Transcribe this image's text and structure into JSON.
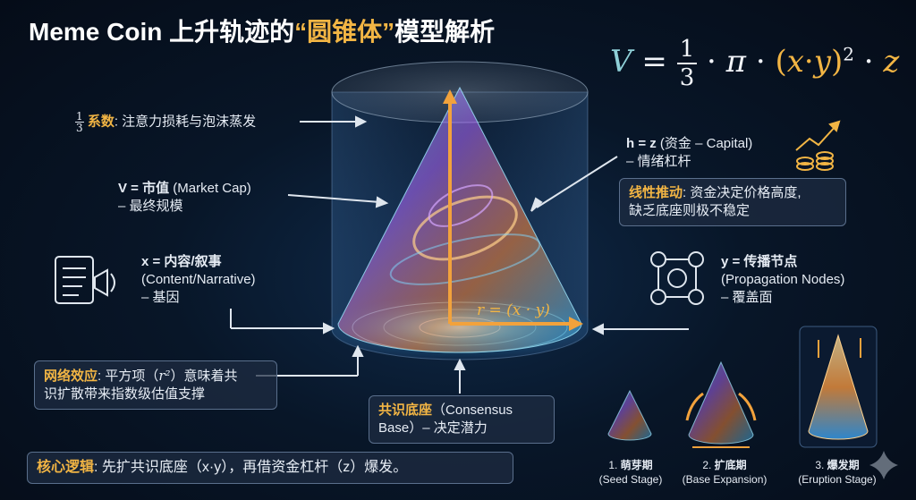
{
  "title": {
    "prefix": "Meme Coin 上升轨迹的",
    "highlight": "“圆锥体”",
    "suffix": "模型解析"
  },
  "formula": {
    "lhs": "V",
    "eq": "=",
    "frac_num": "1",
    "frac_den": "3",
    "dot1": "·",
    "pi": "π",
    "dot2": "·",
    "paren_open": "(",
    "x": "x",
    "dot3": "·",
    "y": "y",
    "paren_close": ")",
    "exp": "2",
    "dot4": "·",
    "z": "z"
  },
  "coefficient": {
    "frac_num": "1",
    "frac_den": "3",
    "term": "系数",
    "desc": ": 注意力损耗与泡沫蒸发"
  },
  "market_cap": {
    "term": "V = 市值",
    "eng": " (Market Cap)",
    "desc": "– 最终规模"
  },
  "content": {
    "term": "x = 内容/叙事",
    "eng": "(Content/Narrative)",
    "desc": "– 基因"
  },
  "capital": {
    "term": "h = z",
    "eng": " (资金 – Capital)",
    "desc": "– 情绪杠杆"
  },
  "linear": {
    "term": "线性推动",
    "line1": ": 资金决定价格高度,",
    "line2": "缺乏底座则极不稳定"
  },
  "propagation": {
    "term": "y = 传播节点",
    "eng": "(Propagation Nodes)",
    "desc": "– 覆盖面"
  },
  "radius": {
    "text": "r = (x · y)"
  },
  "network": {
    "term": "网络效应",
    "line1_a": ": 平方项（",
    "line1_r": "r²",
    "line1_b": "）意味着共",
    "line2": "识扩散带来指数级估值支撑"
  },
  "consensus": {
    "term": "共识底座",
    "line1": "（Consensus",
    "line2": "Base）– 决定潜力"
  },
  "core": {
    "term": "核心逻辑",
    "desc": ": 先扩共识底座（x·y），再借资金杠杆（z）爆发。"
  },
  "stages": [
    {
      "num": "1.",
      "name": "萌芽期",
      "eng": "(Seed Stage)"
    },
    {
      "num": "2.",
      "name": "扩底期",
      "eng": "(Base Expansion)"
    },
    {
      "num": "3.",
      "name": "爆发期",
      "eng": "(Eruption Stage)"
    }
  ],
  "colors": {
    "accent": "#f2b544",
    "cyan": "#4fd6ff",
    "text": "#e6ecf4",
    "box_border": "#5a6f8c"
  },
  "icons": [
    "scroll-megaphone-icon",
    "network-people-icon",
    "growth-coins-icon",
    "sparkle-icon"
  ]
}
